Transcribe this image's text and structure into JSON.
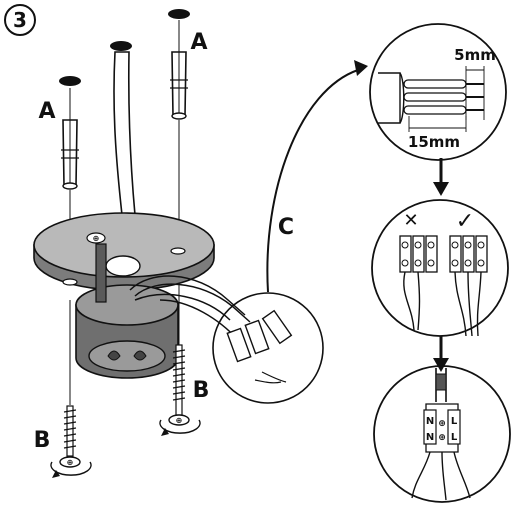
{
  "step": {
    "number": "3"
  },
  "labels": {
    "a_left": "A",
    "a_right": "A",
    "b_left": "B",
    "b_right": "B",
    "c": "C"
  },
  "dimensions": {
    "strip_length": "5mm",
    "sheath_length": "15mm"
  },
  "terminal_markings": {
    "n_top": "N",
    "n_bottom": "N",
    "l_top": "L",
    "l_bottom": "L"
  },
  "colors": {
    "line": "#111111",
    "fitting_grey": "#9a9a9a",
    "light_grey": "#d6d6d6",
    "dark_grey": "#6f6f6f",
    "screw_head": "#1a1a1a"
  }
}
